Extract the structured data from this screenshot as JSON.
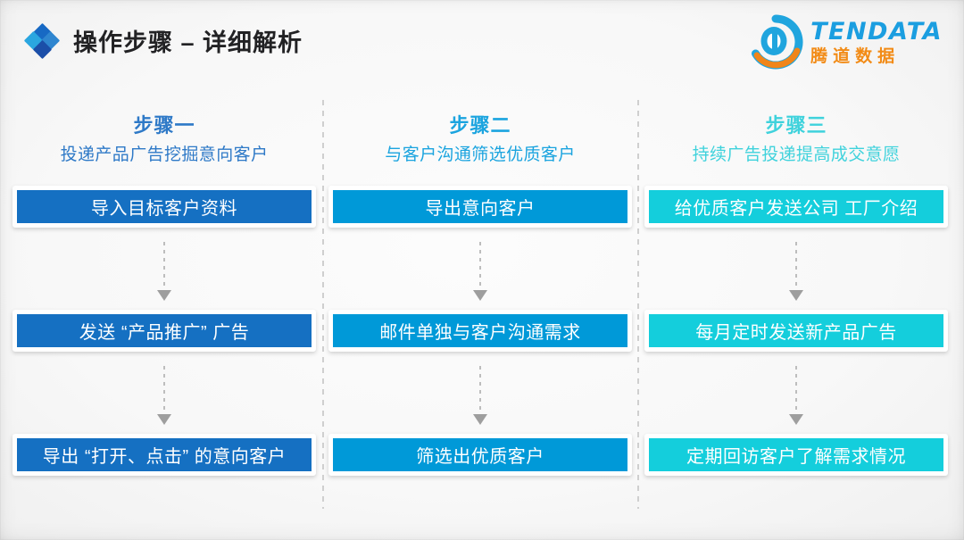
{
  "header": {
    "title": "操作步骤 – 详细解析",
    "icon": "diamond-cluster-icon",
    "logo": {
      "mark": "tendata-d-circle-logo",
      "en": "TENDATA",
      "cn": "腾道数据",
      "mark_color": "#20A5DE",
      "swoosh_color": "#F08519",
      "en_color": "#1B9EE0",
      "cn_color": "#F28B16"
    }
  },
  "colors": {
    "background": "#F8F8F8",
    "title": "#222224",
    "divider": "#CFCFCF",
    "arrow": "#9E9E9E",
    "step1": "#1570C2",
    "step2": "#0099D8",
    "step3": "#14CEDC",
    "step1_heading": "#2E79C7",
    "step2_heading": "#1BA4DF",
    "step3_heading": "#3FD2DC"
  },
  "columns": [
    {
      "id": "step-1",
      "heading": "步骤一",
      "subtitle": "投递产品广告挖掘意向客户",
      "accent": "#1570C2",
      "heading_color": "#2E79C7",
      "nodes": [
        "导入目标客户资料",
        "发送 “产品推广” 广告",
        "导出 “打开、点击” 的意向客户"
      ]
    },
    {
      "id": "step-2",
      "heading": "步骤二",
      "subtitle": "与客户沟通筛选优质客户",
      "accent": "#0099D8",
      "heading_color": "#1BA4DF",
      "nodes": [
        "导出意向客户",
        "邮件单独与客户沟通需求",
        "筛选出优质客户"
      ]
    },
    {
      "id": "step-3",
      "heading": "步骤三",
      "subtitle": "持续广告投递提高成交意愿",
      "accent": "#14CEDC",
      "heading_color": "#3FD2DC",
      "nodes": [
        "给优质客户发送公司 工厂介绍",
        "每月定时发送新产品广告",
        "定期回访客户了解需求情况"
      ]
    }
  ]
}
